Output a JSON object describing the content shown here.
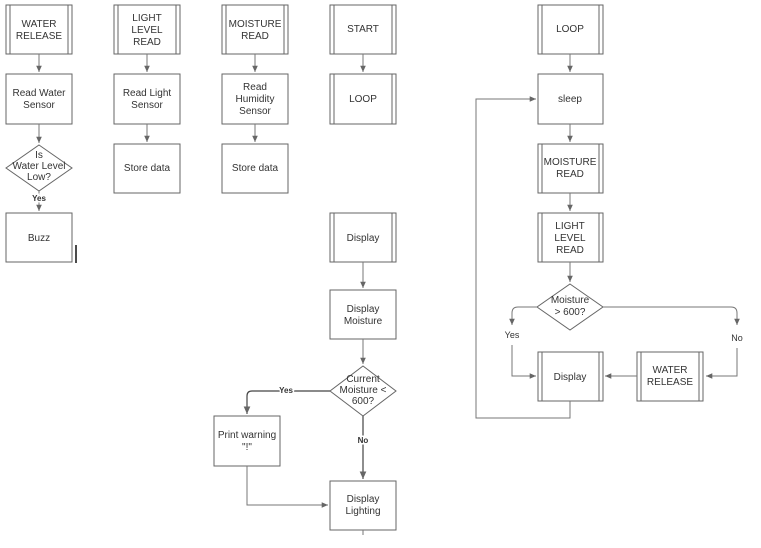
{
  "nodes": {
    "water_release_top": [
      "WATER",
      "RELEASE"
    ],
    "read_water": [
      "Read Water",
      "Sensor"
    ],
    "is_water_low": [
      "Is",
      "Water Level",
      "Low?"
    ],
    "buzz": [
      "Buzz"
    ],
    "light_read_top": [
      "LIGHT",
      "LEVEL",
      "READ"
    ],
    "read_light": [
      "Read Light",
      "Sensor"
    ],
    "store_light": [
      "Store data"
    ],
    "moisture_read_top": [
      "MOISTURE",
      "READ"
    ],
    "read_humidity": [
      "Read",
      "Humidity",
      "Sensor"
    ],
    "store_moisture": [
      "Store data"
    ],
    "start": [
      "START"
    ],
    "loop_call": [
      "LOOP"
    ],
    "display_top": [
      "Display"
    ],
    "display_moisture": [
      "Display",
      "Moisture"
    ],
    "current_moisture": [
      "Current",
      "Moisture <",
      "600?"
    ],
    "print_warning": [
      "Print warning",
      "\"!\""
    ],
    "display_lighting": [
      "Display",
      "Lighting"
    ],
    "loop_top": [
      "LOOP"
    ],
    "sleep": [
      "sleep"
    ],
    "moisture_read_loop": [
      "MOISTURE",
      "READ"
    ],
    "light_read_loop": [
      "LIGHT",
      "LEVEL",
      "READ"
    ],
    "moisture_gt": [
      "Moisture",
      "> 600?"
    ],
    "display_loop": [
      "Display"
    ],
    "water_release_loop": [
      "WATER",
      "RELEASE"
    ]
  },
  "edge_labels": {
    "water_yes": "Yes",
    "moisture_yes": "Yes",
    "moisture_no": "No",
    "loop_yes": "Yes",
    "loop_no": "No"
  }
}
